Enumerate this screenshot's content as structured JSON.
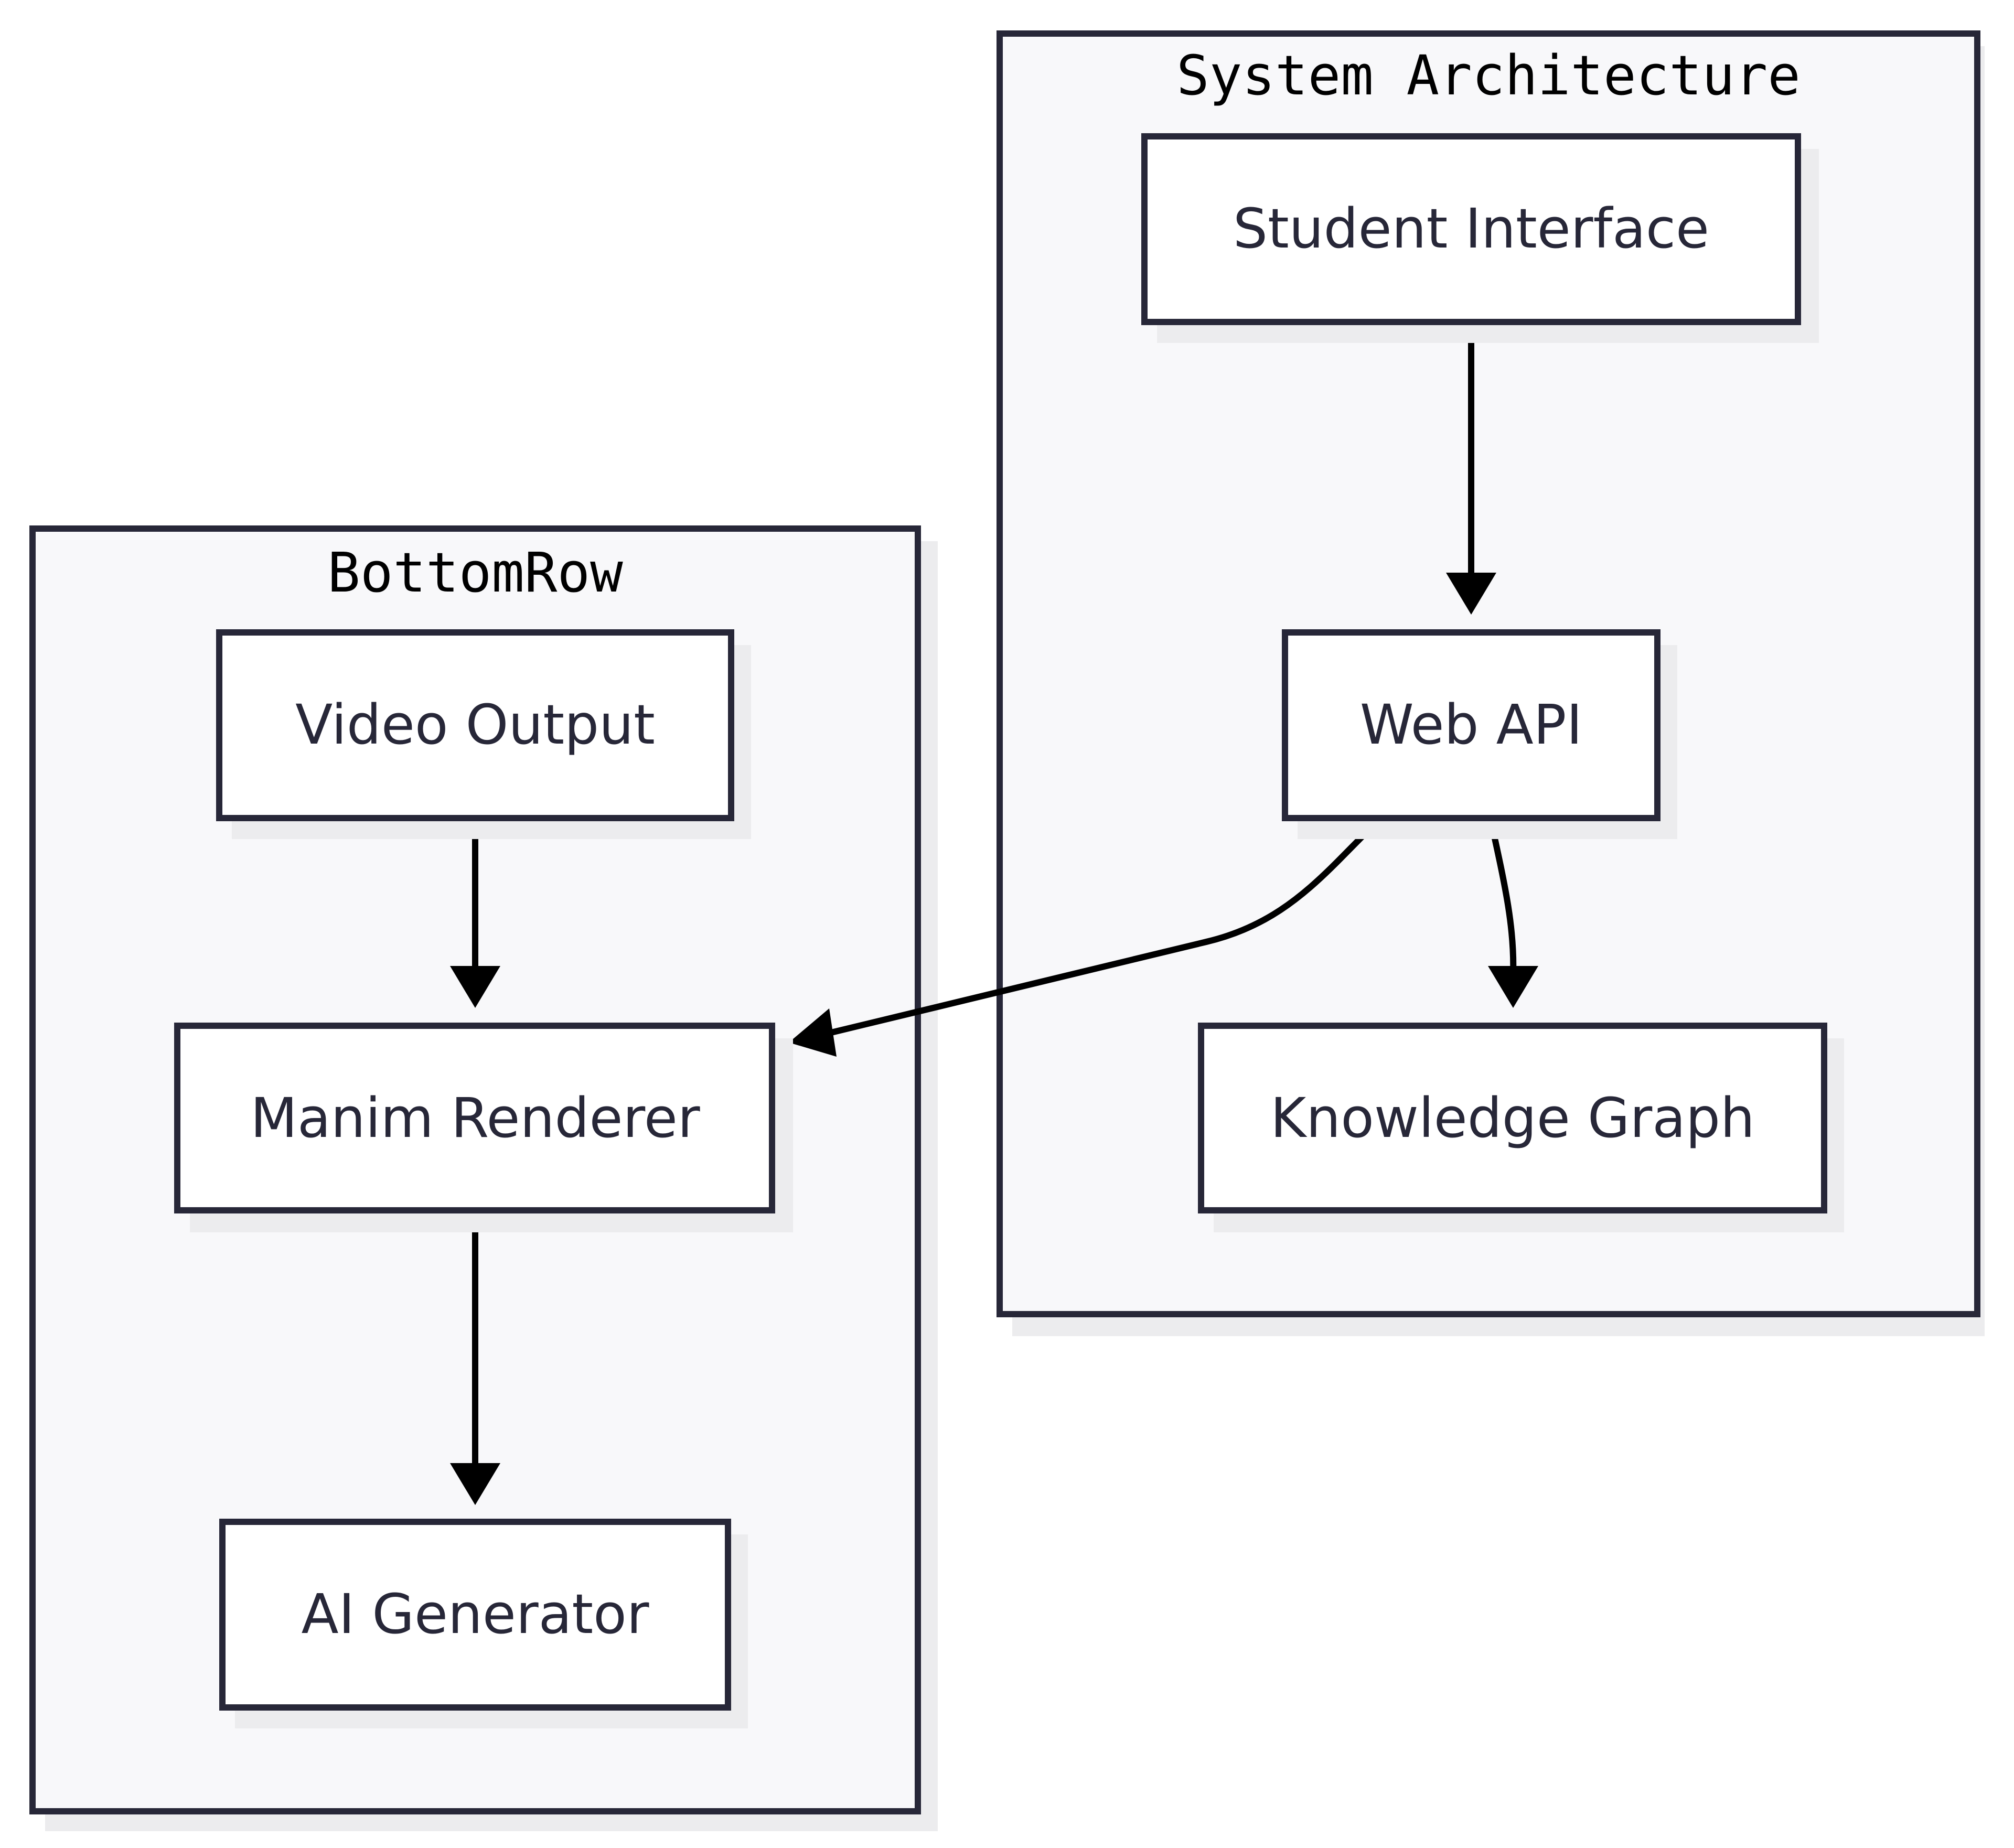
{
  "clusters": {
    "bottom_row": {
      "title": "BottomRow"
    },
    "system_architecture": {
      "title": "System Architecture"
    }
  },
  "nodes": {
    "video_output": {
      "label": "Video Output"
    },
    "manim_renderer": {
      "label": "Manim Renderer"
    },
    "ai_generator": {
      "label": "AI Generator"
    },
    "student_interface": {
      "label": "Student Interface"
    },
    "web_api": {
      "label": "Web API"
    },
    "knowledge_graph": {
      "label": "Knowledge Graph"
    }
  },
  "edges": [
    {
      "from": "Student Interface",
      "to": "Web API"
    },
    {
      "from": "Web API",
      "to": "Knowledge Graph"
    },
    {
      "from": "Web API",
      "to": "Manim Renderer"
    },
    {
      "from": "Video Output",
      "to": "Manim Renderer"
    },
    {
      "from": "Manim Renderer",
      "to": "AI Generator"
    }
  ],
  "colors": {
    "node_fill": "#ffffff",
    "cluster_fill": "#f8f8fa",
    "border": "#272738",
    "shadow": "#ececee",
    "arrow": "#000000"
  }
}
